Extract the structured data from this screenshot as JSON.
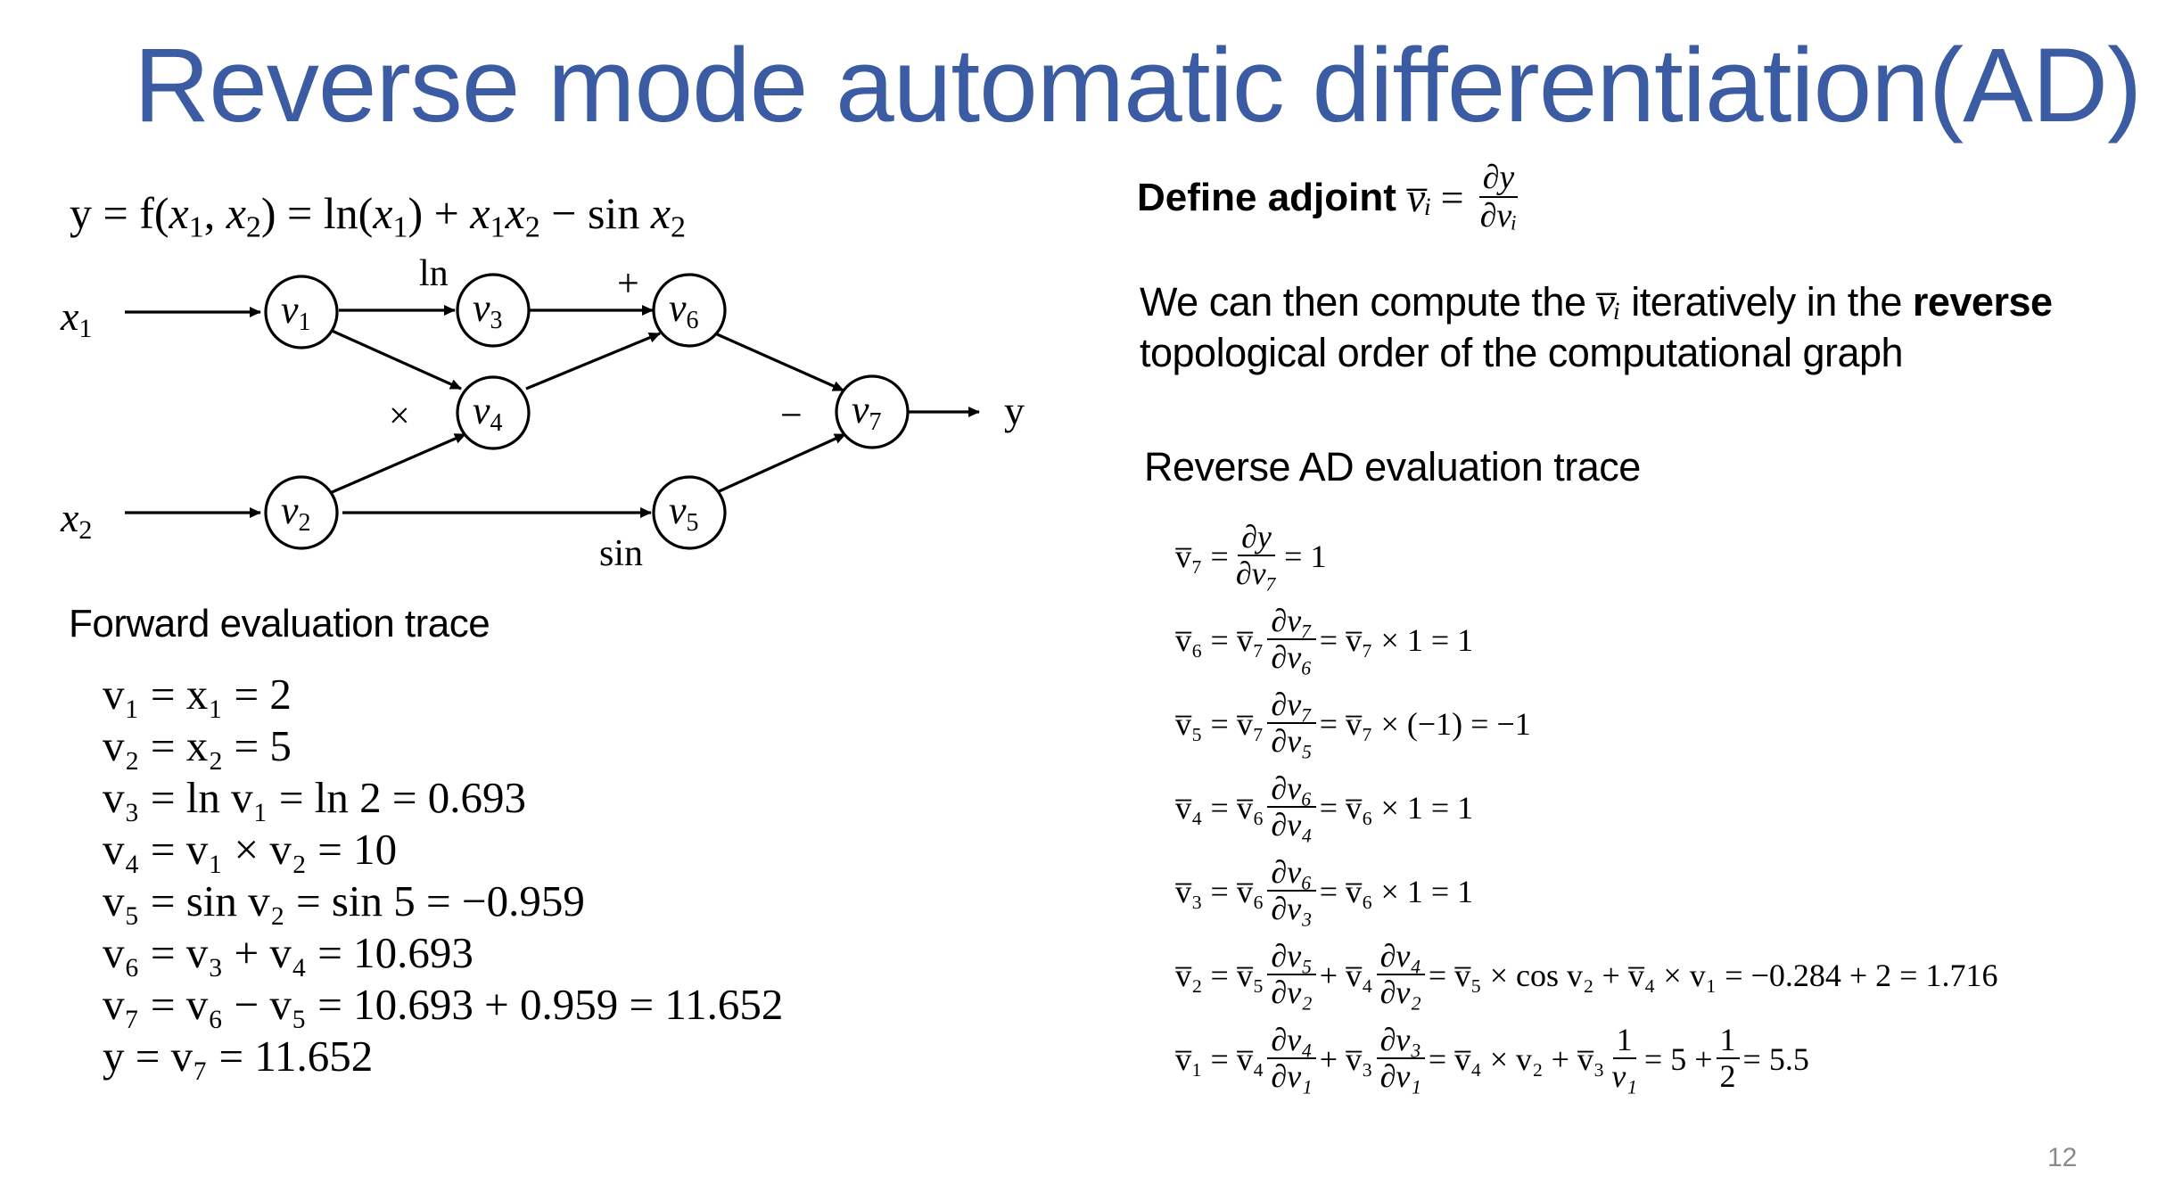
{
  "title": "Reverse mode automatic differentiation(AD)",
  "function_def": {
    "lhs": "y = f(",
    "x1": "x",
    "x1_sub": "1",
    "comma": ",",
    "x2": "x",
    "x2_sub": "2",
    "rhs": ") = ln(",
    "rhs_x1": "x",
    "rhs_x1_sub": "1",
    "rhs_mid": ") + ",
    "prod_x1": "x",
    "prod_x1_sub": "1",
    "prod_x2": "x",
    "prod_x2_sub": "2",
    "minus_sin": " − sin ",
    "sin_x": "x",
    "sin_x_sub": "2"
  },
  "graph": {
    "inputs": [
      {
        "label": "x",
        "sub": "1"
      },
      {
        "label": "x",
        "sub": "2"
      }
    ],
    "nodes": [
      {
        "label": "v",
        "sub": "1"
      },
      {
        "label": "v",
        "sub": "2"
      },
      {
        "label": "v",
        "sub": "3"
      },
      {
        "label": "v",
        "sub": "4"
      },
      {
        "label": "v",
        "sub": "5"
      },
      {
        "label": "v",
        "sub": "6"
      },
      {
        "label": "v",
        "sub": "7"
      }
    ],
    "ops": {
      "ln": "ln",
      "plus": "+",
      "times": "×",
      "minus": "−",
      "sin": "sin"
    },
    "output": "y"
  },
  "forward": {
    "heading": "Forward evaluation trace",
    "lines": [
      "v₁ = x₁ = 2",
      "v₂ = x₂ = 5",
      "v₃ = ln v₁ = ln 2 = 0.693",
      "v₄ = v₁ ×  v₂ = 10",
      "v₅ = sin v₂ = sin 5 = −0.959",
      "v₆ = v₃ + v₄ = 10.693",
      "v₇ = v₆ − v₅ = 10.693 + 0.959 = 11.652",
      "y = v₇ = 11.652"
    ]
  },
  "adjoint": {
    "label": "Define adjoint",
    "symbol": "v̅ᵢ",
    "num": "∂y",
    "den": "∂vᵢ",
    "desc_pre": "We can then compute the ",
    "desc_sym": "v̅ᵢ",
    "desc_mid": " iteratively in the ",
    "desc_bold": "reverse",
    "desc_line2": "topological order of the computational graph"
  },
  "reverse": {
    "heading": "Reverse AD evaluation trace",
    "lines": [
      {
        "lhs": "v̅₇ =",
        "terms": [
          {
            "num": "∂y",
            "den": "∂v₇"
          }
        ],
        "rest": "= 1"
      },
      {
        "lhs": "v̅₆ = v̅₇",
        "terms": [
          {
            "num": "∂v₇",
            "den": "∂v₆"
          }
        ],
        "rest": "= v̅₇ × 1 = 1"
      },
      {
        "lhs": "v̅₅ = v̅₇",
        "terms": [
          {
            "num": "∂v₇",
            "den": "∂v₅"
          }
        ],
        "rest": "= v̅₇ × (−1) = −1"
      },
      {
        "lhs": "v̅₄ = v̅₆",
        "terms": [
          {
            "num": "∂v₆",
            "den": "∂v₄"
          }
        ],
        "rest": "= v̅₆ × 1 = 1"
      },
      {
        "lhs": "v̅₃ = v̅₆",
        "terms": [
          {
            "num": "∂v₆",
            "den": "∂v₃"
          }
        ],
        "rest": "= v̅₆ × 1 = 1"
      },
      {
        "lhs": "v̅₂ = v̅₅",
        "terms": [
          {
            "num": "∂v₅",
            "den": "∂v₂"
          }
        ],
        "mid": "+ v̅₄",
        "terms2": [
          {
            "num": "∂v₄",
            "den": "∂v₂"
          }
        ],
        "rest": "= v̅₅ × cos v₂ + v̅₄ × v₁ = −0.284 + 2 = 1.716"
      },
      {
        "lhs": "v̅₁ = v̅₄",
        "terms": [
          {
            "num": "∂v₄",
            "den": "∂v₁"
          }
        ],
        "mid": "+ v̅₃",
        "terms2": [
          {
            "num": "∂v₃",
            "den": "∂v₁"
          }
        ],
        "rest_pre": "= v̅₄  × v₂ +  v̅₃",
        "frac3": {
          "num": "1",
          "den": "v₁"
        },
        "rest_mid": "= 5 +",
        "frac4": {
          "num": "1",
          "den": "2"
        },
        "rest": "= 5.5"
      }
    ]
  },
  "page_number": "12"
}
